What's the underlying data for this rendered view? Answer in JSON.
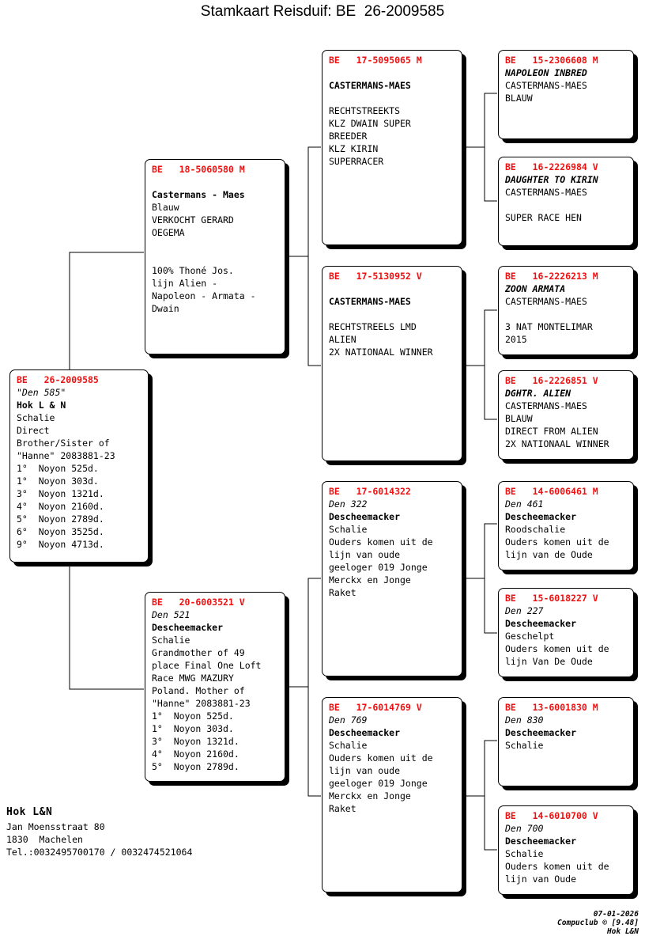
{
  "title": "Stamkaart Reisduif: BE  26-2009585",
  "colors": {
    "ring_red": "#ee1111",
    "text_black": "#000000",
    "box_background": "#ffffff",
    "box_border": "#000000"
  },
  "subject": {
    "ring": "BE   26-2009585",
    "lines": [
      {
        "text": "\"Den 585\"",
        "style": "i"
      },
      {
        "text": "Hok L & N",
        "style": "b"
      },
      {
        "text": "Schalie",
        "style": ""
      },
      {
        "text": "Direct",
        "style": ""
      },
      {
        "text": "Brother/Sister of",
        "style": ""
      },
      {
        "text": "\"Hanne\" 2083881-23",
        "style": ""
      },
      {
        "text": "1°  Noyon 525d.",
        "style": ""
      },
      {
        "text": "1°  Noyon 303d.",
        "style": ""
      },
      {
        "text": "3°  Noyon 1321d.",
        "style": ""
      },
      {
        "text": "4°  Noyon 2160d.",
        "style": ""
      },
      {
        "text": "5°  Noyon 2789d.",
        "style": ""
      },
      {
        "text": "6°  Noyon 3525d.",
        "style": ""
      },
      {
        "text": "9°  Noyon 4713d.",
        "style": ""
      }
    ]
  },
  "generation1": [
    {
      "ring": "BE   18-5060580 M",
      "sex": "M",
      "lines": [
        {
          "text": "",
          "style": "sp"
        },
        {
          "text": "Castermans - Maes",
          "style": "b"
        },
        {
          "text": "Blauw",
          "style": ""
        },
        {
          "text": "VERKOCHT GERARD",
          "style": ""
        },
        {
          "text": "OEGEMA",
          "style": ""
        },
        {
          "text": "",
          "style": "sp"
        },
        {
          "text": "",
          "style": "sp"
        },
        {
          "text": "100% Thoné Jos.",
          "style": ""
        },
        {
          "text": "lijn Alien -",
          "style": ""
        },
        {
          "text": "Napoleon - Armata -",
          "style": ""
        },
        {
          "text": "Dwain",
          "style": ""
        }
      ]
    },
    {
      "ring": "BE   20-6003521 V",
      "sex": "V",
      "lines": [
        {
          "text": "Den 521",
          "style": "i"
        },
        {
          "text": "Descheemacker",
          "style": "b"
        },
        {
          "text": "Schalie",
          "style": ""
        },
        {
          "text": "Grandmother of 49",
          "style": ""
        },
        {
          "text": "place Final One Loft",
          "style": ""
        },
        {
          "text": "Race MWG MAZURY",
          "style": ""
        },
        {
          "text": "Poland. Mother of",
          "style": ""
        },
        {
          "text": "\"Hanne\" 2083881-23",
          "style": ""
        },
        {
          "text": "1°  Noyon 525d.",
          "style": ""
        },
        {
          "text": "1°  Noyon 303d.",
          "style": ""
        },
        {
          "text": "3°  Noyon 1321d.",
          "style": ""
        },
        {
          "text": "4°  Noyon 2160d.",
          "style": ""
        },
        {
          "text": "5°  Noyon 2789d.",
          "style": ""
        }
      ]
    }
  ],
  "generation2": [
    {
      "ring": "BE   17-5095065 M",
      "sex": "M",
      "lines": [
        {
          "text": "",
          "style": "sp"
        },
        {
          "text": "CASTERMANS-MAES",
          "style": "b"
        },
        {
          "text": "",
          "style": "sp"
        },
        {
          "text": "RECHTSTREEKTS",
          "style": ""
        },
        {
          "text": "KLZ DWAIN SUPER",
          "style": ""
        },
        {
          "text": "BREEDER",
          "style": ""
        },
        {
          "text": "KLZ KIRIN",
          "style": ""
        },
        {
          "text": "SUPERRACER",
          "style": ""
        }
      ]
    },
    {
      "ring": "BE   17-5130952 V",
      "sex": "V",
      "lines": [
        {
          "text": "",
          "style": "sp"
        },
        {
          "text": "CASTERMANS-MAES",
          "style": "b"
        },
        {
          "text": "",
          "style": "sp"
        },
        {
          "text": "RECHTSTREELS LMD",
          "style": ""
        },
        {
          "text": "ALIEN",
          "style": ""
        },
        {
          "text": "2X NATIONAAL WINNER",
          "style": ""
        }
      ]
    },
    {
      "ring": "BE   17-6014322",
      "sex": "",
      "lines": [
        {
          "text": "Den 322",
          "style": "i"
        },
        {
          "text": "Descheemacker",
          "style": "b"
        },
        {
          "text": "Schalie",
          "style": ""
        },
        {
          "text": "Ouders komen uit de",
          "style": ""
        },
        {
          "text": "lijn van oude",
          "style": ""
        },
        {
          "text": "geeloger 019 Jonge",
          "style": ""
        },
        {
          "text": "Merckx en Jonge",
          "style": ""
        },
        {
          "text": "Raket",
          "style": ""
        }
      ]
    },
    {
      "ring": "BE   17-6014769 V",
      "sex": "V",
      "lines": [
        {
          "text": "Den 769",
          "style": "i"
        },
        {
          "text": "Descheemacker",
          "style": "b"
        },
        {
          "text": "Schalie",
          "style": ""
        },
        {
          "text": "Ouders komen uit de",
          "style": ""
        },
        {
          "text": "lijn van oude",
          "style": ""
        },
        {
          "text": "geeloger 019 Jonge",
          "style": ""
        },
        {
          "text": "Merckx en Jonge",
          "style": ""
        },
        {
          "text": "Raket",
          "style": ""
        }
      ]
    }
  ],
  "generation3": [
    {
      "ring": "BE   15-2306608 M",
      "sex": "M",
      "lines": [
        {
          "text": "NAPOLEON INBRED",
          "style": "bi"
        },
        {
          "text": "CASTERMANS-MAES",
          "style": ""
        },
        {
          "text": "BLAUW",
          "style": ""
        }
      ]
    },
    {
      "ring": "BE   16-2226984 V",
      "sex": "V",
      "lines": [
        {
          "text": "DAUGHTER TO KIRIN",
          "style": "bi"
        },
        {
          "text": "CASTERMANS-MAES",
          "style": ""
        },
        {
          "text": "",
          "style": "sp"
        },
        {
          "text": "SUPER RACE HEN",
          "style": ""
        }
      ]
    },
    {
      "ring": "BE   16-2226213 M",
      "sex": "M",
      "lines": [
        {
          "text": "ZOON ARMATA",
          "style": "bi"
        },
        {
          "text": "CASTERMANS-MAES",
          "style": ""
        },
        {
          "text": "",
          "style": "sp"
        },
        {
          "text": "3 NAT MONTELIMAR",
          "style": ""
        },
        {
          "text": "2015",
          "style": ""
        }
      ]
    },
    {
      "ring": "BE   16-2226851 V",
      "sex": "V",
      "lines": [
        {
          "text": "DGHTR. ALIEN",
          "style": "bi"
        },
        {
          "text": "CASTERMANS-MAES",
          "style": ""
        },
        {
          "text": "BLAUW",
          "style": ""
        },
        {
          "text": "DIRECT FROM ALIEN",
          "style": ""
        },
        {
          "text": "2X NATIONAAL WINNER",
          "style": ""
        }
      ]
    },
    {
      "ring": "BE   14-6006461 M",
      "sex": "M",
      "lines": [
        {
          "text": "Den 461",
          "style": "i"
        },
        {
          "text": "Descheemacker",
          "style": "b"
        },
        {
          "text": "Roodschalie",
          "style": ""
        },
        {
          "text": "Ouders komen uit de",
          "style": ""
        },
        {
          "text": "lijn van de Oude",
          "style": ""
        }
      ]
    },
    {
      "ring": "BE   15-6018227 V",
      "sex": "V",
      "lines": [
        {
          "text": "Den 227",
          "style": "i"
        },
        {
          "text": "Descheemacker",
          "style": "b"
        },
        {
          "text": "Geschelpt",
          "style": ""
        },
        {
          "text": "Ouders komen uit de",
          "style": ""
        },
        {
          "text": "lijn Van De Oude",
          "style": ""
        }
      ]
    },
    {
      "ring": "BE   13-6001830 M",
      "sex": "M",
      "lines": [
        {
          "text": "Den 830",
          "style": "i"
        },
        {
          "text": "Descheemacker",
          "style": "b"
        },
        {
          "text": "Schalie",
          "style": ""
        }
      ]
    },
    {
      "ring": "BE   14-6010700 V",
      "sex": "V",
      "lines": [
        {
          "text": "Den 700",
          "style": "i"
        },
        {
          "text": "Descheemacker",
          "style": "b"
        },
        {
          "text": "Schalie",
          "style": ""
        },
        {
          "text": "Ouders komen uit de",
          "style": ""
        },
        {
          "text": "lijn van Oude",
          "style": ""
        }
      ]
    }
  ],
  "owner": {
    "name": "Hok L&N",
    "address_line1": "Jan Moensstraat 80",
    "address_line2": "1830  Machelen",
    "phone": "Tel.:0032495700170 / 0032474521064"
  },
  "print_footer": {
    "date": "07-01-2026",
    "software": "Compuclub © [9.48]",
    "loft": "Hok L&N"
  }
}
